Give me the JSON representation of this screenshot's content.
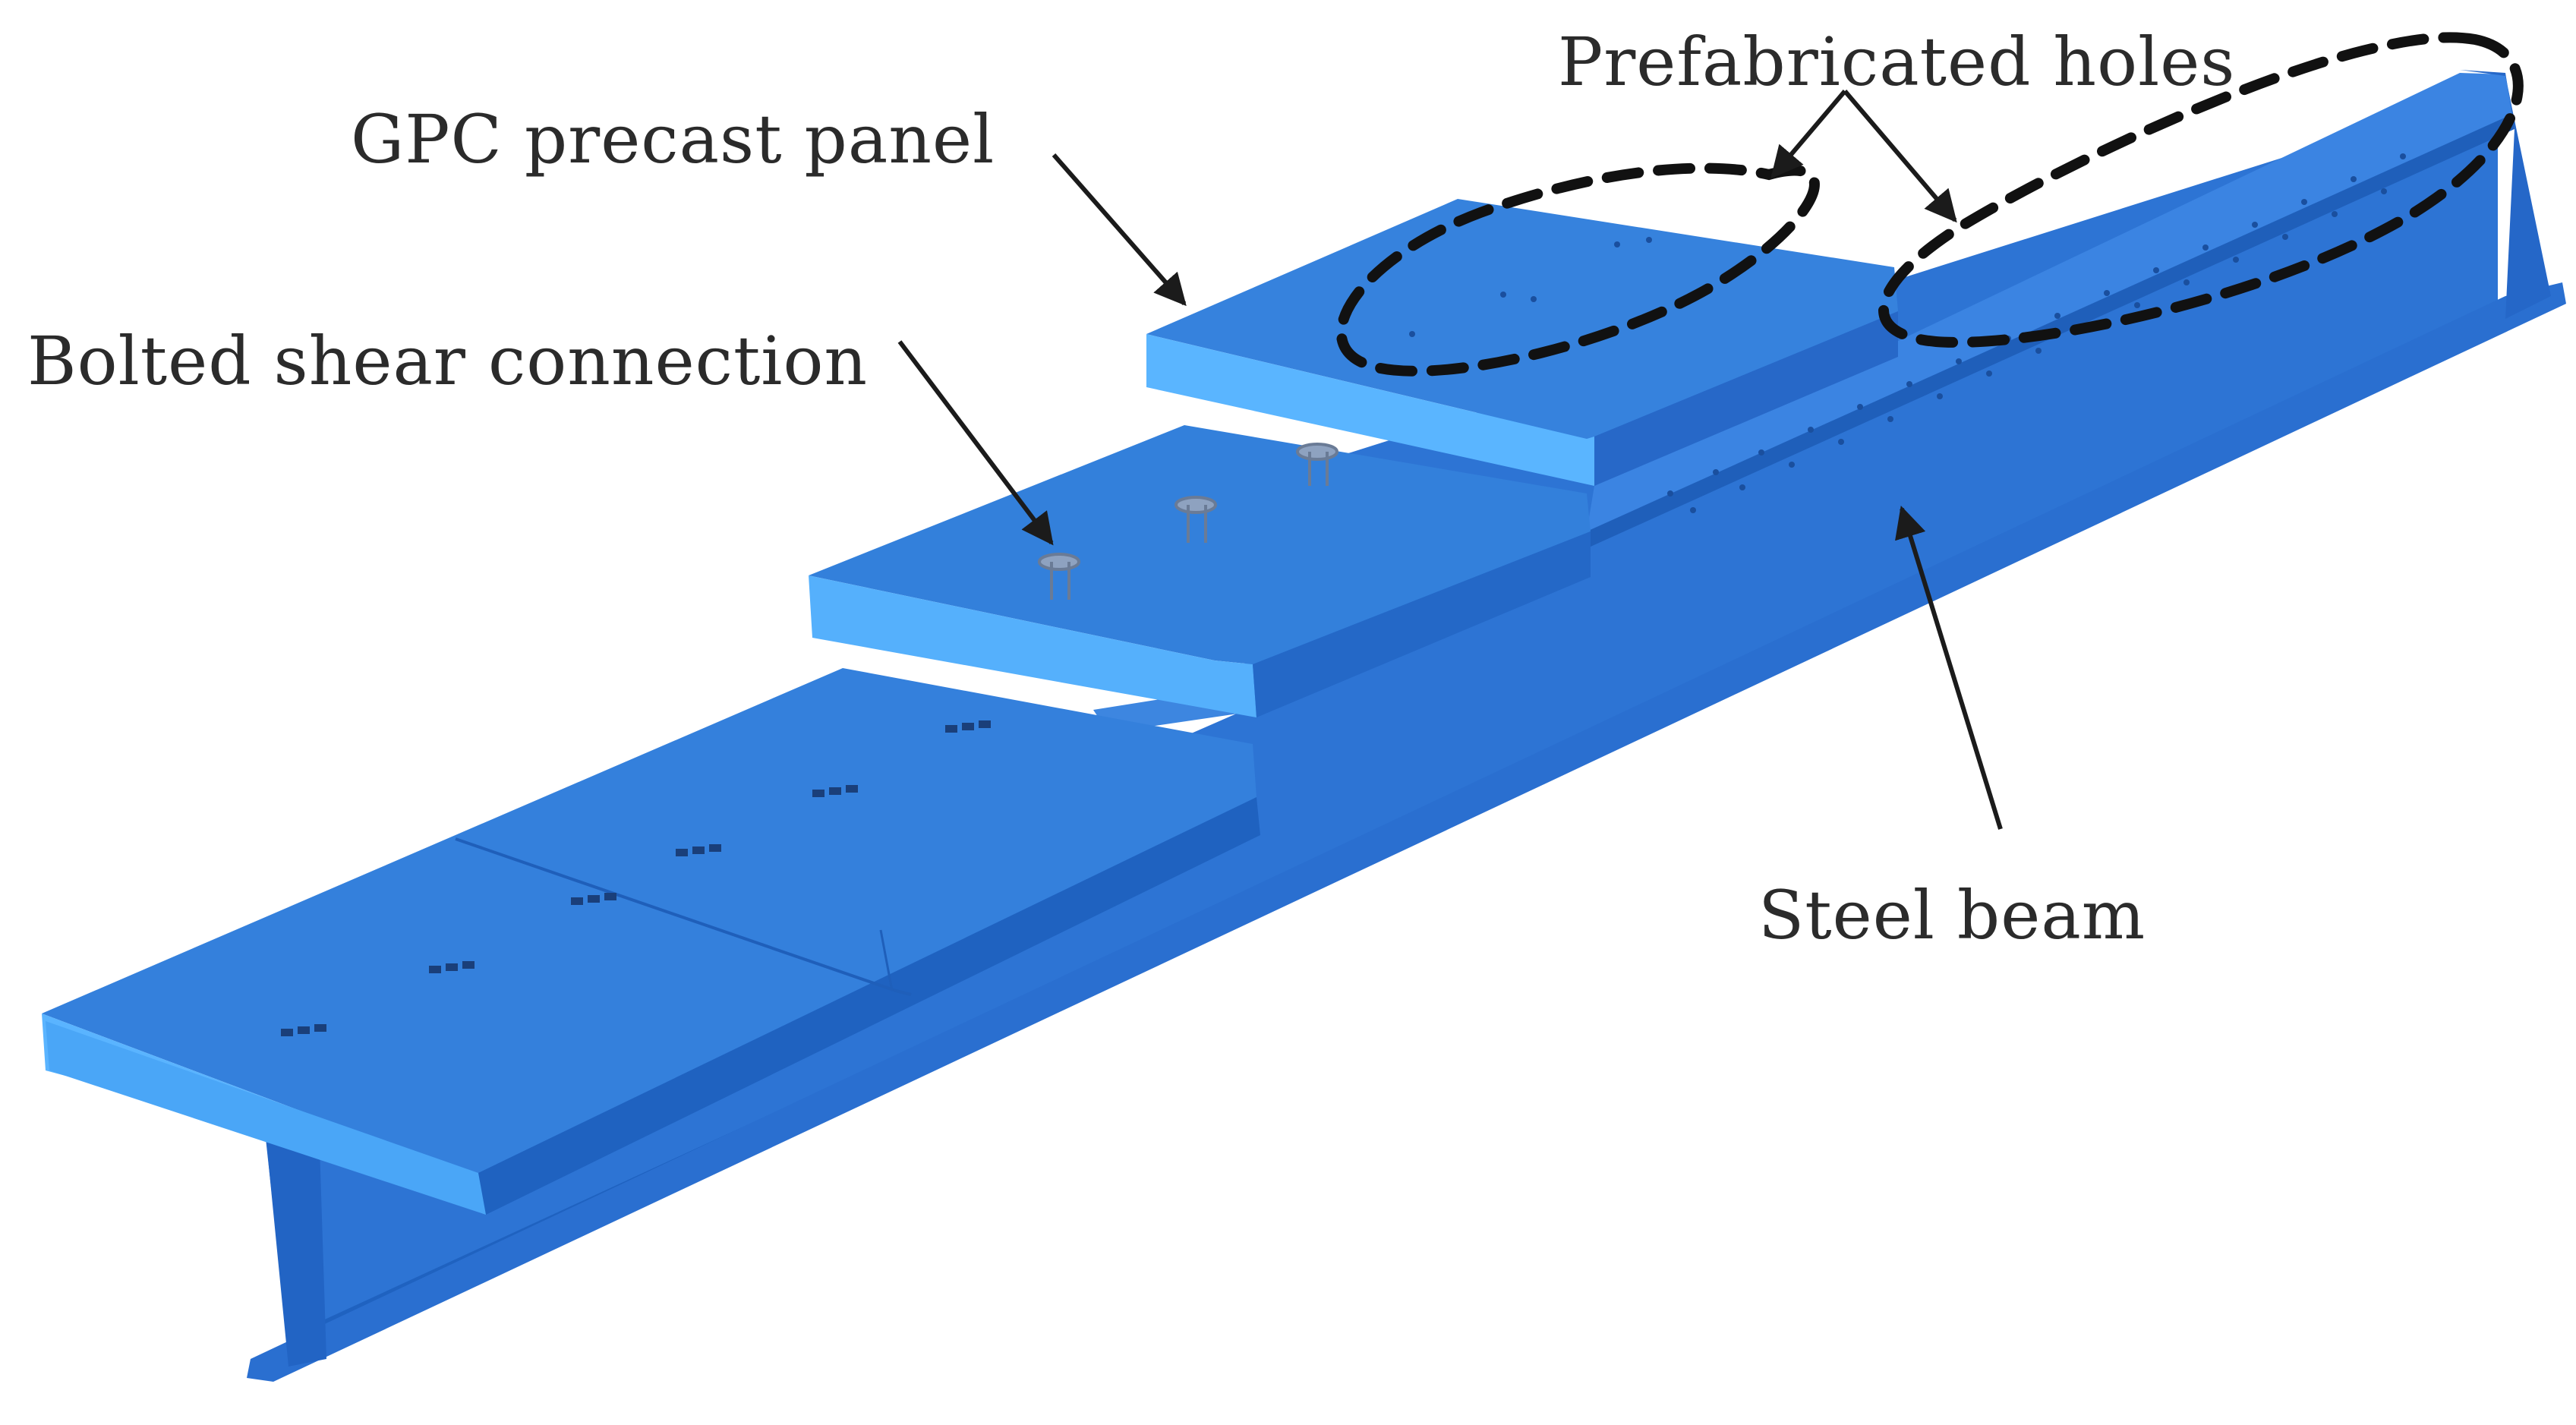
{
  "figure": {
    "labels": {
      "gpc_panel": "GPC precast panel",
      "bolted_connection": "Bolted shear connection",
      "prefabricated_holes": "Prefabricated holes",
      "steel_beam": "Steel beam"
    },
    "colors": {
      "steel_beam": "#2f78d8",
      "steel_beam_dark": "#1e5fb8",
      "panel_top": "#3a86e0",
      "panel_side": "#5ab4ff",
      "arrow": "#1b1b1b",
      "label_text": "#2b2b2b"
    }
  }
}
